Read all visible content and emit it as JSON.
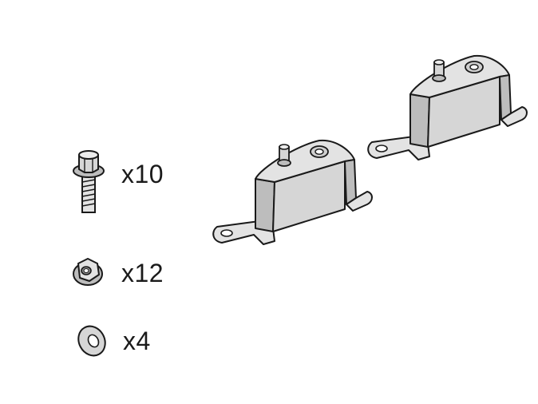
{
  "parts": [
    {
      "id": "flange-screw",
      "quantity": "x10",
      "icon": "flange-screw-icon"
    },
    {
      "id": "flange-nut",
      "quantity": "x12",
      "icon": "flange-nut-icon"
    },
    {
      "id": "flat-washer",
      "quantity": "x4",
      "icon": "washer-icon"
    },
    {
      "id": "mounting-bracket",
      "count_shown": 2,
      "icon": "mounting-bracket-icon"
    }
  ],
  "colors": {
    "line": "#1a1a1a",
    "metal_light": "#e3e3e3",
    "metal_mid": "#bdbdbd",
    "metal_dark": "#8a8a8a",
    "background": "#ffffff"
  }
}
